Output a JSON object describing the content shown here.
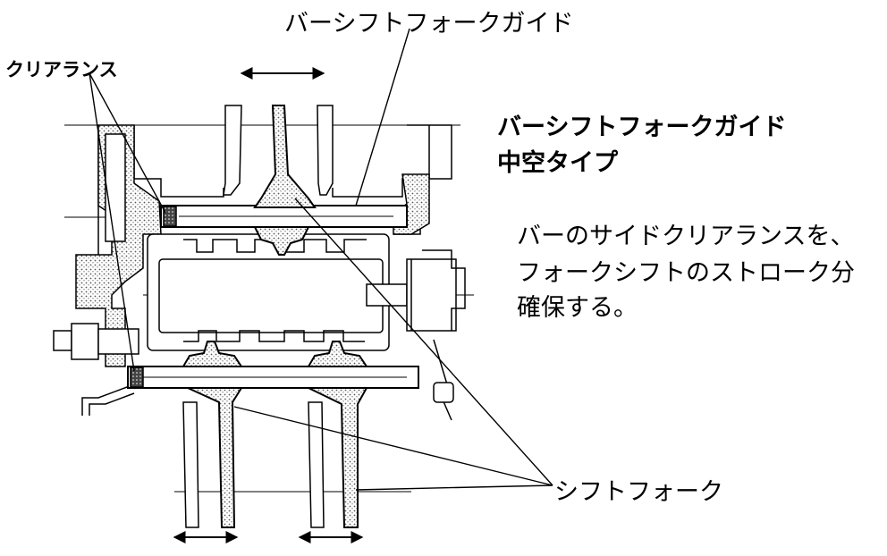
{
  "labels": {
    "bar_shift_fork_guide": "バーシフトフォークガイド",
    "clearance": "クリアランス",
    "shift_fork": "シフトフォーク"
  },
  "heading": {
    "line1": "バーシフトフォークガイド",
    "line2": "中空タイプ"
  },
  "description": {
    "line1": "バーのサイドクリアランスを、",
    "line2": "フォークシフトのストローク分",
    "line3": "確保する。"
  },
  "colors": {
    "line": "#000000",
    "hatch": "#555555",
    "background": "#ffffff"
  }
}
